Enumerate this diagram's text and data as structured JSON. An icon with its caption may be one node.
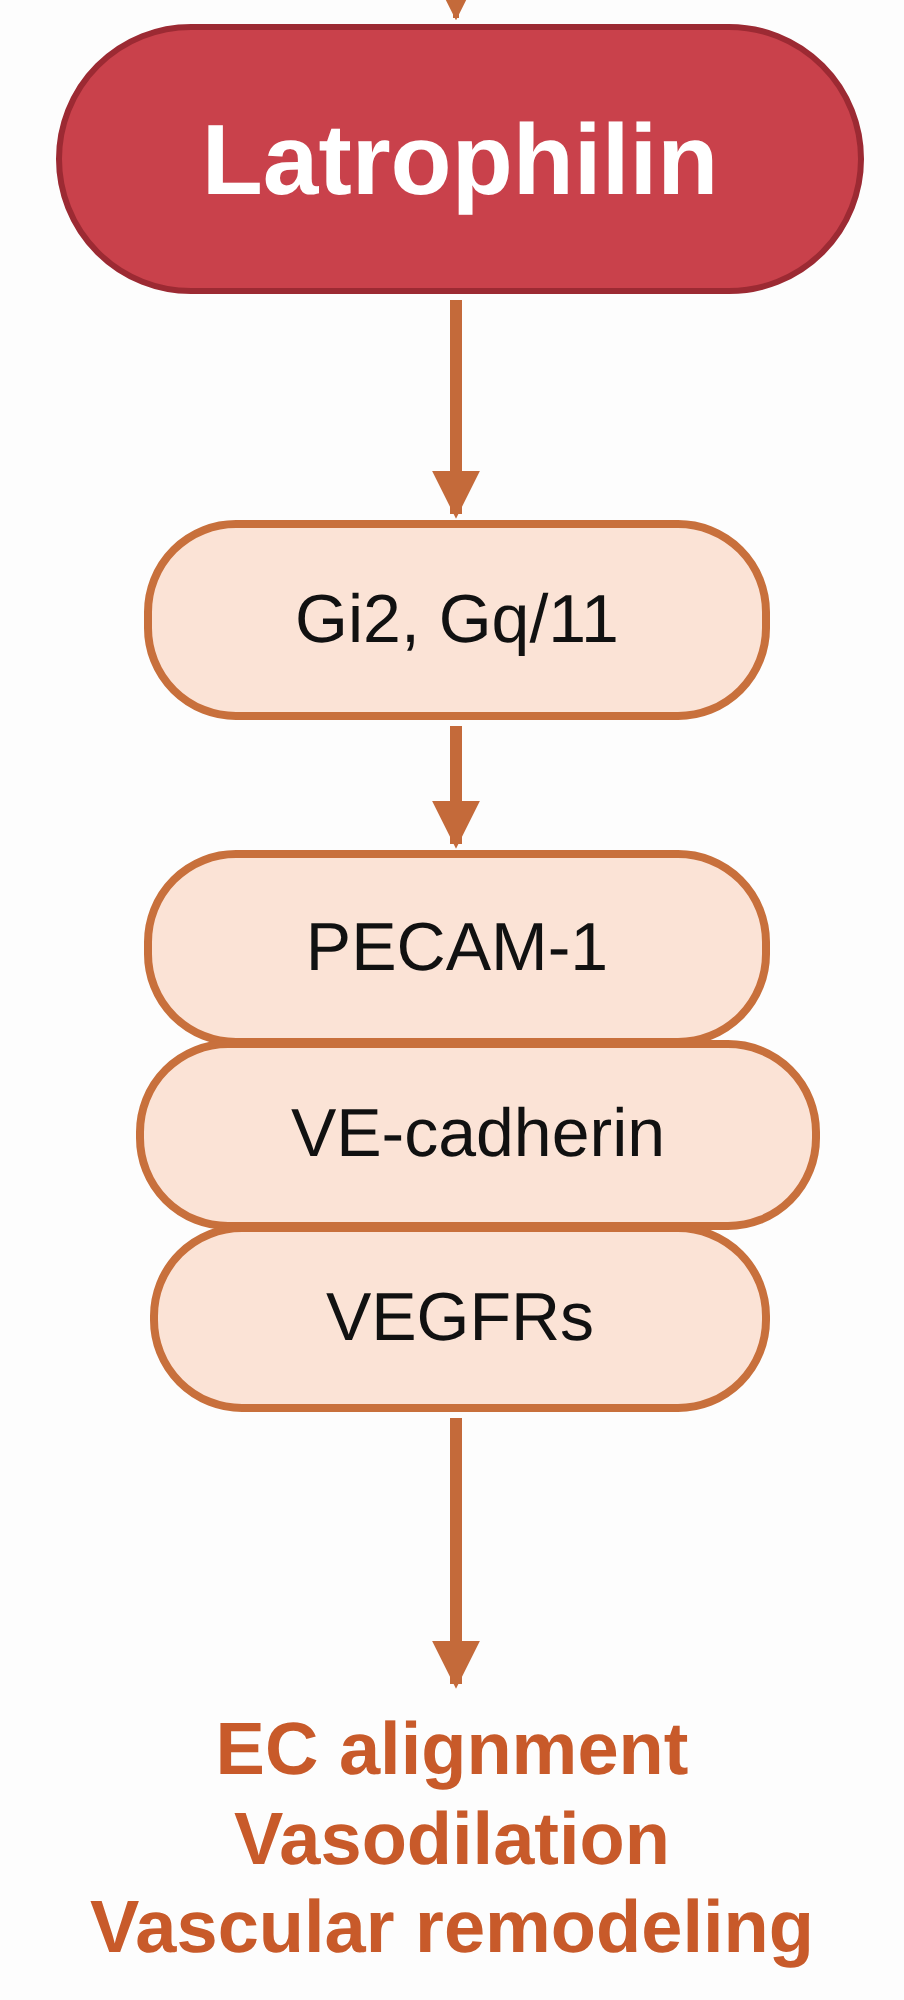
{
  "diagram": {
    "nodes": [
      {
        "text": [
          "Latrophilin"
        ]
      },
      {
        "text": [
          "Gi2, Gq/11"
        ]
      },
      {
        "text": [
          "PECAM-1"
        ]
      },
      {
        "text": [
          "VE-cadherin"
        ]
      },
      {
        "text": [
          "VEGFRs"
        ]
      },
      {
        "text": [
          "EC alignment",
          "Vasodilation",
          "Vascular remodeling"
        ]
      }
    ],
    "edges": [
      {
        "from": null,
        "to": 0,
        "arrow": "to"
      },
      {
        "from": 0,
        "to": 1,
        "arrow": "to"
      },
      {
        "from": 1,
        "to": 2,
        "arrow": "to"
      },
      {
        "from": 4,
        "to": 5,
        "arrow": "to"
      }
    ]
  }
}
